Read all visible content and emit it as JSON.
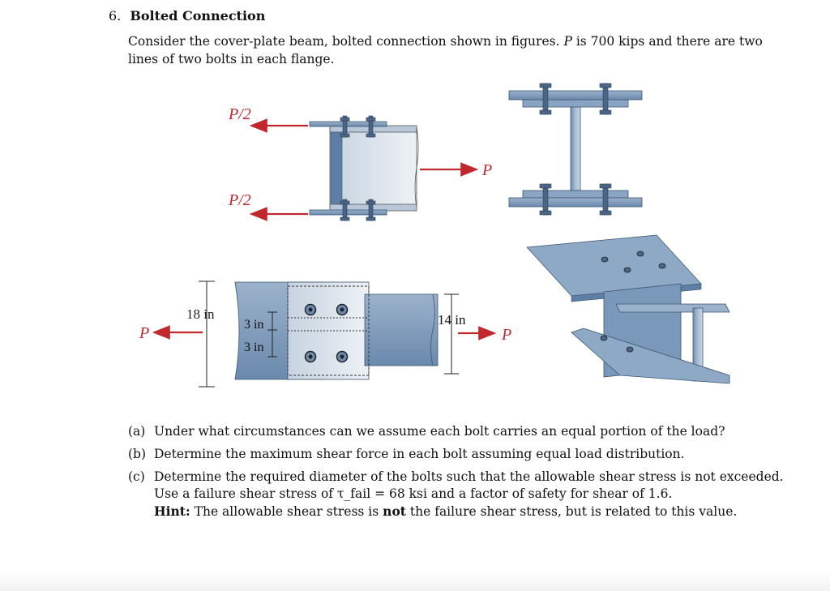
{
  "problem": {
    "number": "6.",
    "title": "Bolted Connection"
  },
  "intro": {
    "line1_a": "Consider the cover-plate beam, bolted connection shown in figures.",
    "line1_var": "P",
    "line1_b": "is 700 kips and there are two",
    "line2": "lines of two bolts in each flange."
  },
  "figure": {
    "top_force_label": "P/2",
    "bottom_force_label": "P/2",
    "right_force_label": "P",
    "plan_left_force_label": "P",
    "plan_right_force_label": "P",
    "dim_depth": "18 in",
    "dim_spacing_1": "3 in",
    "dim_spacing_2": "3 in",
    "dim_width": "14 in",
    "colors": {
      "steel": "#7e9ab8",
      "steel_dark": "#4a6585",
      "force_red": "#c0282d"
    }
  },
  "questions": [
    {
      "label": "(a)",
      "lines": [
        "Under what circumstances can we assume each bolt carries an equal portion of the load?"
      ]
    },
    {
      "label": "(b)",
      "lines": [
        "Determine the maximum shear force in each bolt assuming equal load distribution."
      ]
    },
    {
      "label": "(c)",
      "lines": [
        "Determine the required diameter of the bolts such that the allowable shear stress is not exceeded.",
        "Use a failure shear stress of τ_fail = 68 ksi and a factor of safety for shear of 1.6."
      ]
    }
  ],
  "hint": {
    "label": "Hint:",
    "text_a": "The allowable shear stress is",
    "emph": "not",
    "text_b": "the failure shear stress, but is related to this value."
  }
}
